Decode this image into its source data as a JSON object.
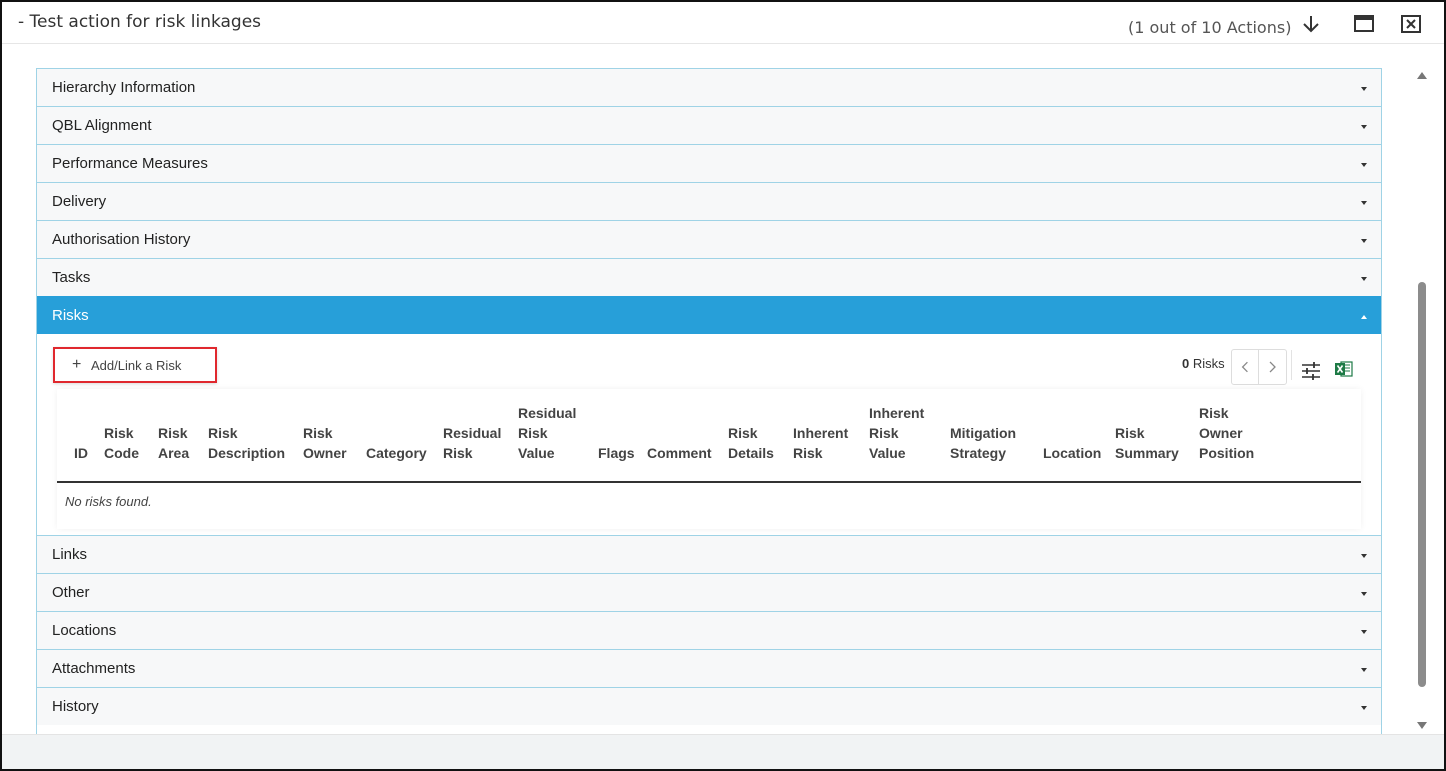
{
  "window": {
    "title": "- Test action for risk linkages",
    "counter": "(1 out of 10 Actions)"
  },
  "sections": [
    {
      "label": "Hierarchy Information",
      "expanded": false
    },
    {
      "label": "QBL Alignment",
      "expanded": false
    },
    {
      "label": "Performance Measures",
      "expanded": false
    },
    {
      "label": "Delivery",
      "expanded": false
    },
    {
      "label": "Authorisation History",
      "expanded": false
    },
    {
      "label": "Tasks",
      "expanded": false
    },
    {
      "label": "Risks",
      "expanded": true
    },
    {
      "label": "Links",
      "expanded": false
    },
    {
      "label": "Other",
      "expanded": false
    },
    {
      "label": "Locations",
      "expanded": false
    },
    {
      "label": "Attachments",
      "expanded": false
    },
    {
      "label": "History",
      "expanded": false
    }
  ],
  "risks": {
    "add_button": "Add/Link a Risk",
    "count": "0",
    "count_label": "Risks",
    "columns": [
      "ID",
      "Risk\nCode",
      "Risk\nArea",
      "Risk\nDescription",
      "Risk\nOwner",
      "Category",
      "Residual\nRisk",
      "Residual\nRisk\nValue",
      "Flags",
      "Comment",
      "Risk\nDetails",
      "Inherent\nRisk",
      "Inherent\nRisk\nValue",
      "Mitigation\nStrategy",
      "Location",
      "Risk\nSummary",
      "Risk\nOwner\nPosition"
    ],
    "empty_message": "No risks found."
  },
  "colors": {
    "accent": "#279fd9",
    "border": "#9fd3e6",
    "highlight": "#e0282e",
    "excel": "#1d7a45"
  }
}
